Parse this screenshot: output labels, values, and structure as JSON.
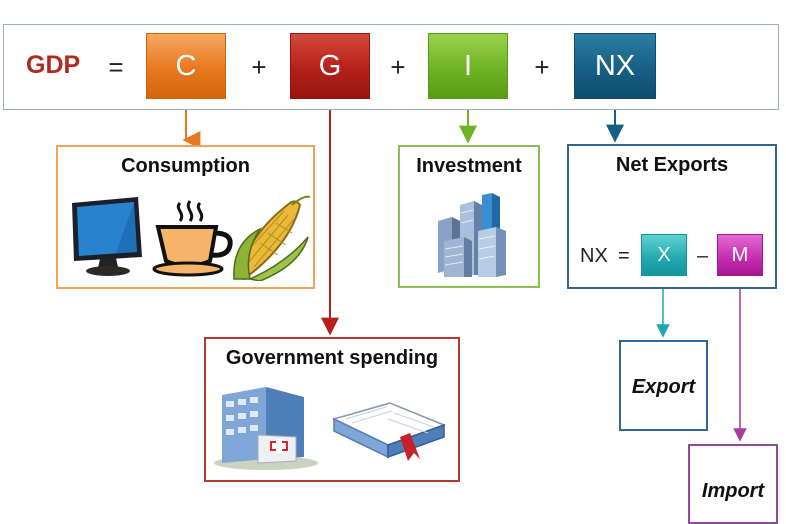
{
  "equation": {
    "lhs": "GDP",
    "equals": "=",
    "plus": "+",
    "terms": [
      {
        "symbol": "C",
        "color": "#e8791f"
      },
      {
        "symbol": "G",
        "color": "#b4201a"
      },
      {
        "symbol": "I",
        "color": "#6fb324"
      },
      {
        "symbol": "NX",
        "color": "#175f84"
      }
    ]
  },
  "consumption": {
    "title": "Consumption",
    "icons": [
      "computer-monitor-icon",
      "coffee-cup-icon",
      "corn-icon"
    ]
  },
  "investment": {
    "title": "Investment",
    "icons": [
      "skyscrapers-icon"
    ]
  },
  "net_exports": {
    "title": "Net Exports",
    "formula": {
      "lhs": "NX",
      "equals": "=",
      "x": "X",
      "minus": "–",
      "m": "M"
    },
    "x_color": "#22a7b0",
    "m_color": "#c52aae"
  },
  "government": {
    "title": "Government spending",
    "icons": [
      "hospital-icon",
      "book-icon"
    ]
  },
  "export": {
    "label": "Export"
  },
  "import": {
    "label": "Import"
  }
}
